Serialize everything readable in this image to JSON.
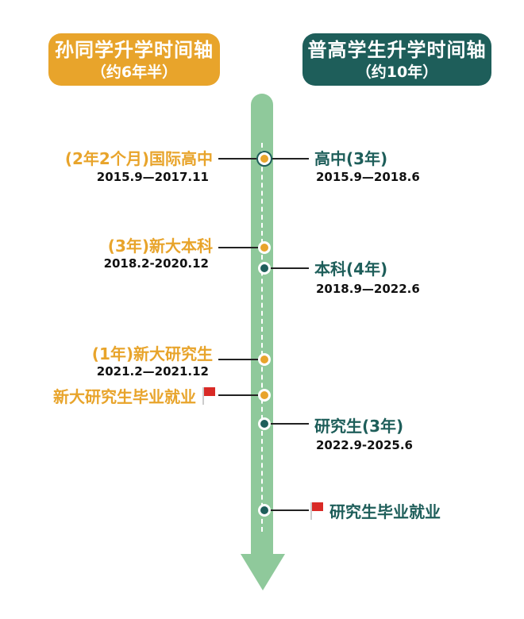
{
  "headers": {
    "left": {
      "title": "孙同学升学时间轴",
      "subtitle": "（约6年半）",
      "color": "#e8a42b"
    },
    "right": {
      "title": "普高学生升学时间轴",
      "subtitle": "（约10年）",
      "color": "#1e5e5a"
    }
  },
  "timeline": {
    "bar_color": "#8fc99b",
    "left_events": [
      {
        "title": "(2年2个月)国际高中",
        "date": "2015.9—2017.11"
      },
      {
        "title": "(3年)新大本科",
        "date": "2018.2-2020.12"
      },
      {
        "title": "(1年)新大研究生",
        "date": "2021.2—2021.12"
      },
      {
        "title": "新大研究生毕业就业",
        "flag": "red-flag"
      }
    ],
    "right_events": [
      {
        "title": "高中(3年)",
        "date": "2015.9—2018.6"
      },
      {
        "title": "本科(4年)",
        "date": "2018.9—2022.6"
      },
      {
        "title": "研究生(3年)",
        "date": "2022.9-2025.6"
      },
      {
        "title": "研究生毕业就业",
        "flag": "red-flag"
      }
    ]
  }
}
